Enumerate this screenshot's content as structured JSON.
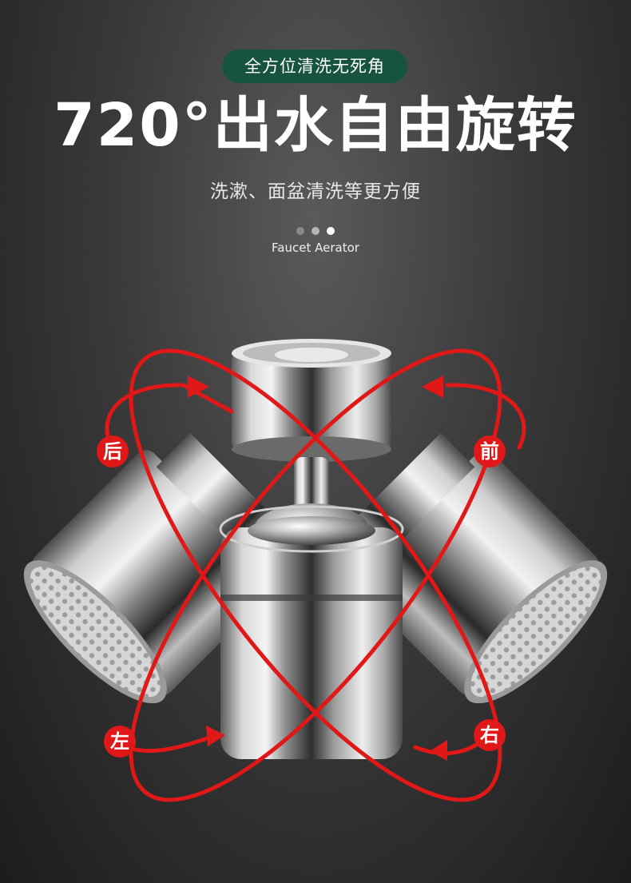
{
  "badge": {
    "text": "全方位清洗无死角"
  },
  "headline": {
    "text": "720°出水自由旋转"
  },
  "subtitle": {
    "text": "洗漱、面盆清洗等更方便"
  },
  "pager": {
    "total": 3,
    "active": 3
  },
  "caption": {
    "text": "Faucet Aerator"
  },
  "directions": {
    "back": "后",
    "front": "前",
    "left": "左",
    "right": "右"
  },
  "colors": {
    "badge_bg": "#16543e",
    "arrow_red": "#e01818",
    "text": "#ffffff"
  }
}
